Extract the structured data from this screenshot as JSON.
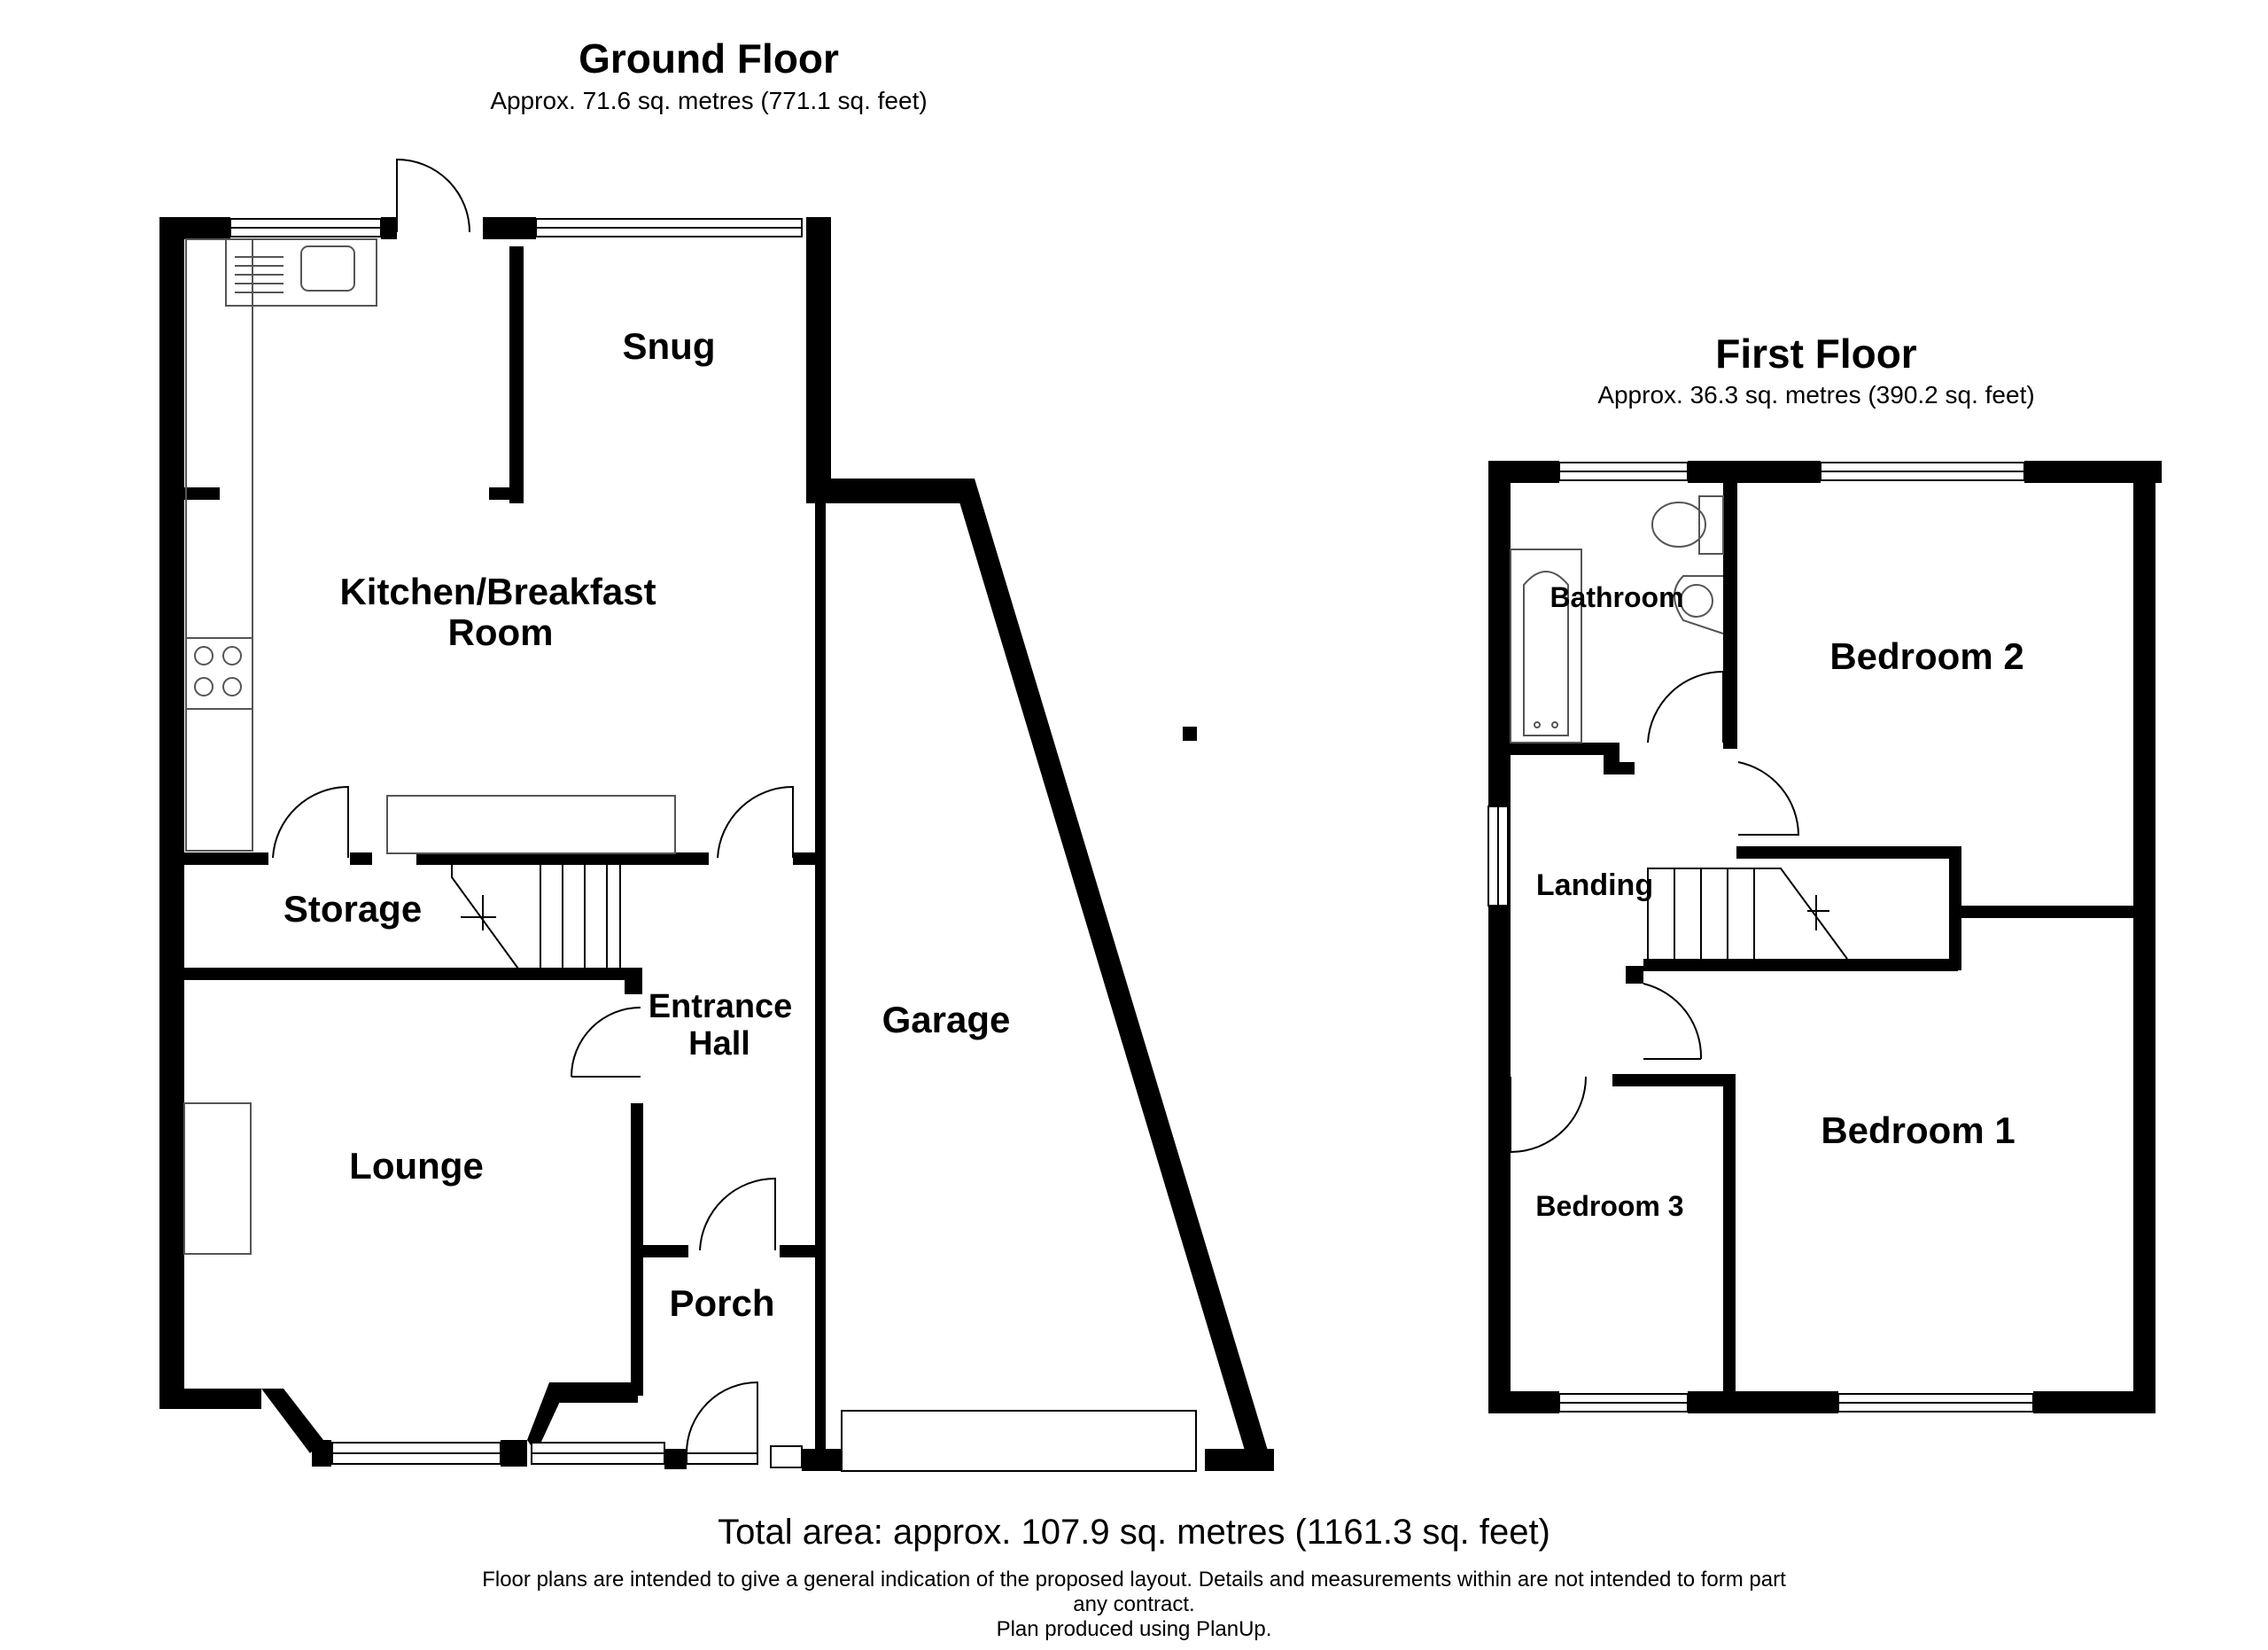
{
  "ground_floor": {
    "title": "Ground Floor",
    "area": "Approx. 71.6 sq. metres (771.1 sq. feet)",
    "rooms": {
      "snug": "Snug",
      "kitchen_line1": "Kitchen/Breakfast",
      "kitchen_line2": "Room",
      "storage": "Storage",
      "entrance_line1": "Entrance",
      "entrance_line2": "Hall",
      "lounge": "Lounge",
      "porch": "Porch",
      "garage": "Garage"
    }
  },
  "first_floor": {
    "title": "First Floor",
    "area": "Approx. 36.3 sq. metres (390.2 sq. feet)",
    "rooms": {
      "bathroom": "Bathroom",
      "bedroom2": "Bedroom 2",
      "landing": "Landing",
      "bedroom1": "Bedroom 1",
      "bedroom3": "Bedroom 3"
    }
  },
  "footer": {
    "total_area": "Total area: approx. 107.9 sq. metres (1161.3 sq. feet)",
    "disclaimer_line1": "Floor plans are intended to give a general indication of the proposed layout. Details and measurements within are not intended to form part",
    "disclaimer_line2": "any contract.",
    "produced_by": "Plan produced using PlanUp."
  },
  "colors": {
    "wall": "#000000",
    "fixture": "#555555",
    "background": "#ffffff"
  }
}
